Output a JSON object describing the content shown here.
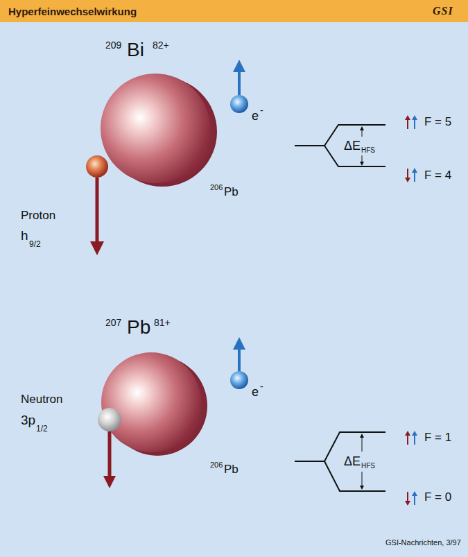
{
  "diagram": {
    "title": "Hyperfeinwechselwirkung",
    "caption": "GSI-Nachrichten, 3/97",
    "labels": [
      "GSI",
      "209",
      "Bi",
      "82+",
      "Proton",
      "h",
      "9/2",
      "206",
      "Pb",
      "e",
      "-",
      "ΔE",
      "HFS",
      "F = 5",
      "F = 4",
      "207",
      "Pb",
      "81+",
      "Neutron",
      "3p",
      "1/2",
      "206",
      "Pb",
      "e",
      "-",
      "ΔE",
      "HFS",
      "F = 1",
      "F = 0"
    ]
  }
}
